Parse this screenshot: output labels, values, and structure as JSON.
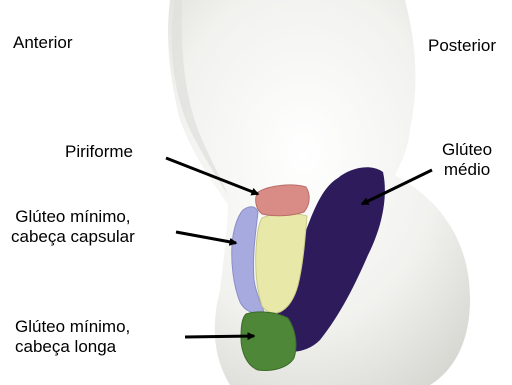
{
  "labels": {
    "anterior": "Anterior",
    "posterior": "Posterior",
    "piriforme": "Piriforme",
    "gluteo_medio": [
      "Glúteo",
      "médio"
    ],
    "gluteo_minimo_capsular": [
      "Glúteo mínimo,",
      "cabeça capsular"
    ],
    "gluteo_minimo_longa": [
      "Glúteo mínimo,",
      "cabeça longa"
    ]
  },
  "colors": {
    "bone_fill": "#efefeb",
    "bone_shadow": "#d9d9d4",
    "piriforme": "#d98c85",
    "gluteo_medio": "#2d1b5c",
    "gluteo_minimo_capsular": "#a6aadf",
    "gluteo_minimo_central": "#e8e9a8",
    "gluteo_minimo_longa": "#4e8738",
    "arrow": "#000000"
  }
}
